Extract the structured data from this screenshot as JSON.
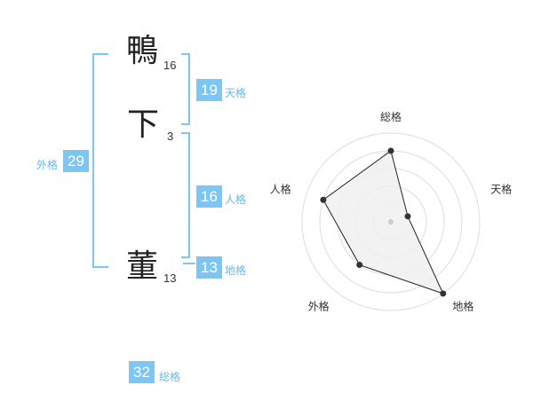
{
  "name": {
    "chars": [
      {
        "char": "鴨",
        "strokes": "16"
      },
      {
        "char": "下",
        "strokes": "3"
      },
      {
        "char": "董",
        "strokes": "13"
      }
    ]
  },
  "kaku": {
    "tenkaku": {
      "value": "19",
      "label": "天格"
    },
    "jinkaku": {
      "value": "16",
      "label": "人格"
    },
    "chikaku": {
      "value": "13",
      "label": "地格"
    },
    "gaikaku": {
      "value": "29",
      "label": "外格"
    },
    "soukaku": {
      "value": "32",
      "label": "総格"
    }
  },
  "colors": {
    "accent": "#7cc6f5",
    "accent_text": "#66b8ec",
    "radar_fill": "#f0f0f0",
    "radar_line": "#222222"
  },
  "chart_data": {
    "type": "radar",
    "axes": [
      "総格",
      "天格",
      "地格",
      "外格",
      "人格"
    ],
    "values": [
      4,
      1,
      5,
      3,
      4
    ],
    "rmax": 5,
    "grid": "concentric circles"
  }
}
